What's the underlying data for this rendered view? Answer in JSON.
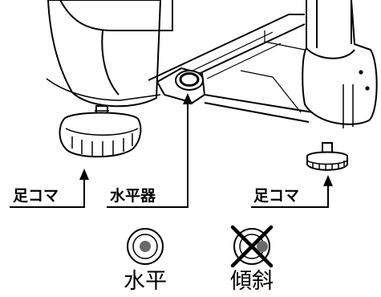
{
  "labels": {
    "foot_left": "足コマ",
    "level": "水平器",
    "foot_right": "足コマ"
  },
  "indicators": {
    "level_ok": "水平",
    "tilted": "傾斜"
  },
  "colors": {
    "line": "#000000",
    "bubble": "#6a6a6a",
    "background": "#ffffff"
  }
}
